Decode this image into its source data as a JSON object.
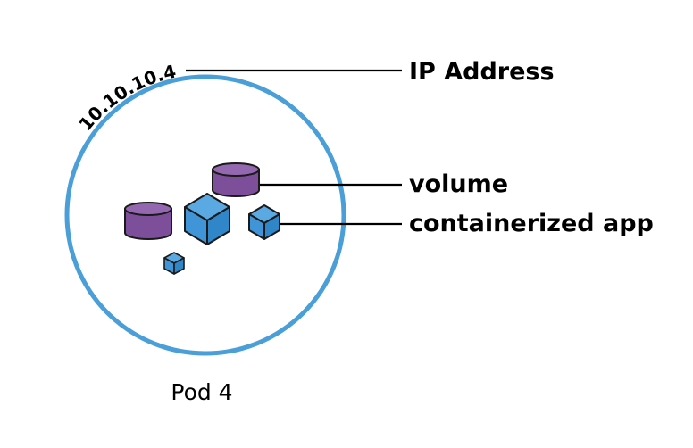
{
  "pod": {
    "name": "Pod 4",
    "ip": "10.10.10.4",
    "ring_color": "#4a9fd8"
  },
  "callouts": {
    "ip_address": "IP Address",
    "volume": "volume",
    "containerized_app": "containerized app"
  },
  "colors": {
    "volume_fill": "#7d4f9a",
    "volume_top": "#9468b0",
    "container_fill": "#3f95d8",
    "container_top": "#5aa9e2",
    "container_side": "#2f86c9",
    "outline": "#1a1a1a"
  }
}
